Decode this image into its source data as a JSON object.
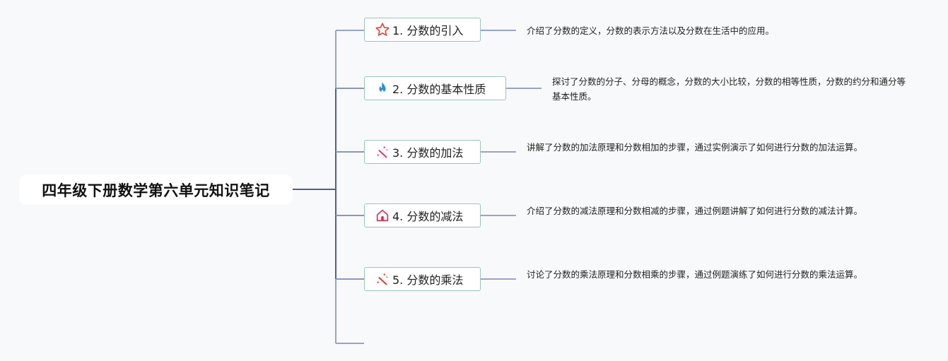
{
  "root": {
    "title": "四年级下册数学第六单元知识笔记"
  },
  "branches": [
    {
      "label": "1. 分数的引入",
      "icon": "star-icon",
      "icon_color": "#e0443a",
      "description": "介绍了分数的定义，分数的表示方法以及分数在生活中的应用。"
    },
    {
      "label": "2. 分数的基本性质",
      "icon": "fire-icon",
      "icon_color": "#2a8fd6",
      "description": "探讨了分数的分子、分母的概念，分数的大小比较，分数的相等性质，分数的约分和通分等基本性质。"
    },
    {
      "label": "3. 分数的加法",
      "icon": "magic-wand-icon",
      "icon_color": "#e0356e",
      "description": "讲解了分数的加法原理和分数相加的步骤，通过实例演示了如何进行分数的加法运算。"
    },
    {
      "label": "4. 分数的减法",
      "icon": "home-icon",
      "icon_color": "#d6304f",
      "description": "介绍了分数的减法原理和分数相减的步骤，通过例题讲解了如何进行分数的减法计算。"
    },
    {
      "label": "5. 分数的乘法",
      "icon": "magic-wand-icon",
      "icon_color": "#d63a2a",
      "description": "讨论了分数的乘法原理和分数相乘的步骤，通过例题演练了如何进行分数的乘法运算。"
    }
  ],
  "colors": {
    "trunk": "#4f5f92",
    "branch": "#9aa3c6",
    "node_border": "#9cc4bb"
  }
}
